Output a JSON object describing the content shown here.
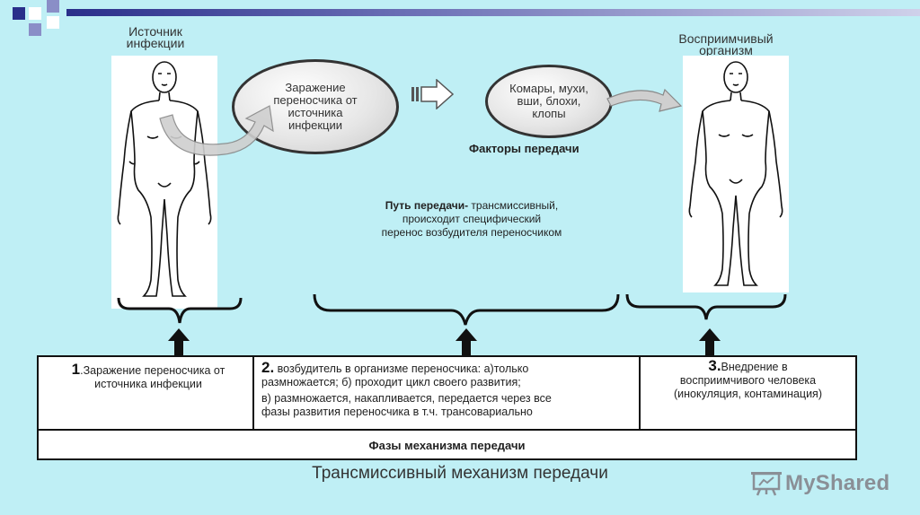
{
  "source": {
    "line1": "Источник",
    "line2": "инфекции"
  },
  "recipient": {
    "line1": "Восприимчивый",
    "line2": "организм"
  },
  "ellipse_left": {
    "lines": [
      "Заражение",
      "переносчика от",
      "источника",
      "инфекции"
    ]
  },
  "ellipse_right": {
    "lines": [
      "Комары, мухи,",
      "вши, блохи,",
      "клопы"
    ]
  },
  "factors_label": "Факторы передачи",
  "transmission": {
    "bold": "Путь передачи-",
    "line1_rest": " трансмиссивный,",
    "line2": "происходит специфический",
    "line3": "перенос возбудителя переносчиком"
  },
  "phases": {
    "p1": {
      "num": "1",
      "text_a": ".Заражение переносчика от",
      "text_b": "источника инфекции"
    },
    "p2": {
      "num": "2.",
      "line1": " возбудитель в организме переносчика: а)только",
      "line2": "размножается; б) проходит цикл  своего развития;",
      "line3": "в) размножается, накапливается, передается через все",
      "line4": "фазы развития переносчика в т.ч.   трансовариально"
    },
    "p3": {
      "num": "3.",
      "line1": "Внедрение в",
      "line2": "восприимчивого человека",
      "line3": "(инокуляция, контаминация)"
    },
    "footer": "Фазы механизма передачи"
  },
  "caption": "Трансмиссивный механизм передачи",
  "logo": {
    "text": "MyShared",
    "icon": "projector-board-icon"
  },
  "colors": {
    "background": "#bfeff5",
    "deco_dark": "#2a2f8a",
    "arrow_fill": "#ffffff"
  }
}
